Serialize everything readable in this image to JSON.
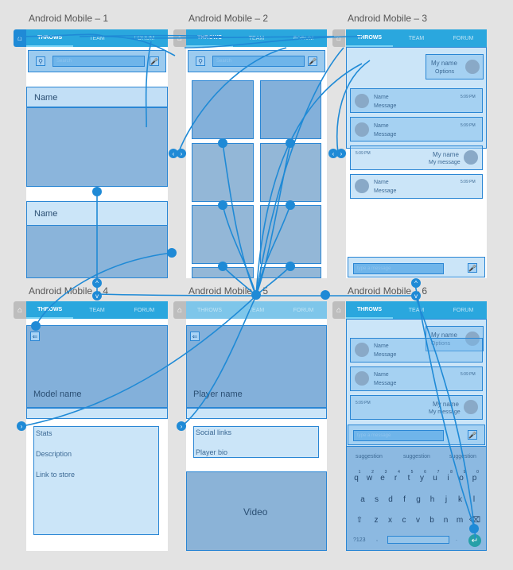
{
  "artboards": {
    "a1": "Android Mobile – 1",
    "a2": "Android Mobile – 2",
    "a3": "Android Mobile – 3",
    "a4": "Android Mobile – 4",
    "a5": "Android Mobile – 5",
    "a6": "Android Mobile – 6"
  },
  "tabs": {
    "throws": "THROWS",
    "team": "TEAM",
    "forum": "FORUM"
  },
  "icons": {
    "home": "⌂",
    "search": "⚲",
    "mic": "🎤",
    "back": "⇐"
  },
  "search": {
    "placeholder": "Search"
  },
  "screen1": {
    "name_a": "Name",
    "name_b": "Name"
  },
  "chat": {
    "my_name": "My name",
    "options": "Options",
    "name": "Name",
    "message": "Message",
    "time": "5:09 PM",
    "my_message": "My message",
    "type_placeholder": "type a message"
  },
  "screen4": {
    "model_name": "Model name",
    "stats": "Stats",
    "description": "Description",
    "link": "Link to store"
  },
  "screen5": {
    "player_name": "Player name",
    "social": "Social links",
    "bio": "Player bio",
    "video": "Video"
  },
  "keyboard": {
    "suggestions": [
      "suggestion",
      "suggestion",
      "suggestion"
    ],
    "row1": [
      "q",
      "w",
      "e",
      "r",
      "t",
      "y",
      "u",
      "i",
      "o",
      "p"
    ],
    "row1_nums": [
      "1",
      "2",
      "3",
      "4",
      "5",
      "6",
      "7",
      "8",
      "9",
      "0"
    ],
    "row2": [
      "a",
      "s",
      "d",
      "f",
      "g",
      "h",
      "j",
      "k",
      "l"
    ],
    "row3": [
      "z",
      "x",
      "c",
      "v",
      "b",
      "n",
      "m"
    ],
    "num_key": "?123",
    "comma": ",",
    "period": "."
  },
  "colors": {
    "wire": "#1f8ad6",
    "tabbar": "#2aa7de",
    "hotspot": "#4aa0e1"
  }
}
